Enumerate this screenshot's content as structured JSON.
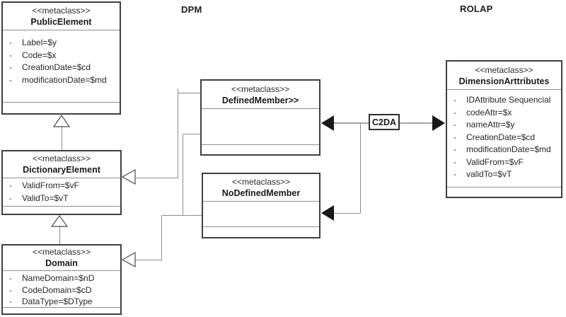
{
  "labels": {
    "dpm": "DPM",
    "rolap": "ROLAP"
  },
  "ui": {
    "bullet": "-"
  },
  "classes": {
    "publicElement": {
      "stereotype": "<<metaclass>>",
      "name": "PublicElement",
      "attributes": [
        "Label=$y",
        "Code=$x",
        "CreationDate=$cd",
        "modificationDate=$md"
      ]
    },
    "dictionaryElement": {
      "stereotype": "<<metaclass>>",
      "name": "DictionaryElement",
      "attributes": [
        "ValidFrom=$vF",
        "ValidTo=$vT"
      ]
    },
    "domain": {
      "stereotype": "<<metaclass>>",
      "name": "Domain",
      "attributes": [
        "NameDomain=$nD",
        "CodeDomain=$cD",
        "DataType=$DType"
      ]
    },
    "definedMember": {
      "stereotype": "<<metaclass>>",
      "name": "DefinedMember>>",
      "attributes": []
    },
    "noDefinedMember": {
      "stereotype": "<<metaclass>>",
      "name": "NoDefinedMember",
      "attributes": []
    },
    "dimensionAttributes": {
      "stereotype": "<<metaclass>>",
      "name": "DimensionArttributes",
      "attributes": [
        "IDAttribute Sequencial",
        "codeAttr=$x",
        "nameAttr=$y",
        "CreationDate=$cd",
        "modificationDate=$md",
        "ValidFrom=$vF",
        "validTo=$vT"
      ]
    }
  },
  "connectors": {
    "c2da_label": "C2DA"
  },
  "colors": {
    "background": "#ffffff",
    "box_border": "#3f3f3f",
    "separator": "#8f8f8f",
    "connector_gray": "#8c8c8c",
    "connector_dark": "#4a4a4a",
    "arrow_fill": "#1a1a1a",
    "text": "#262626"
  }
}
